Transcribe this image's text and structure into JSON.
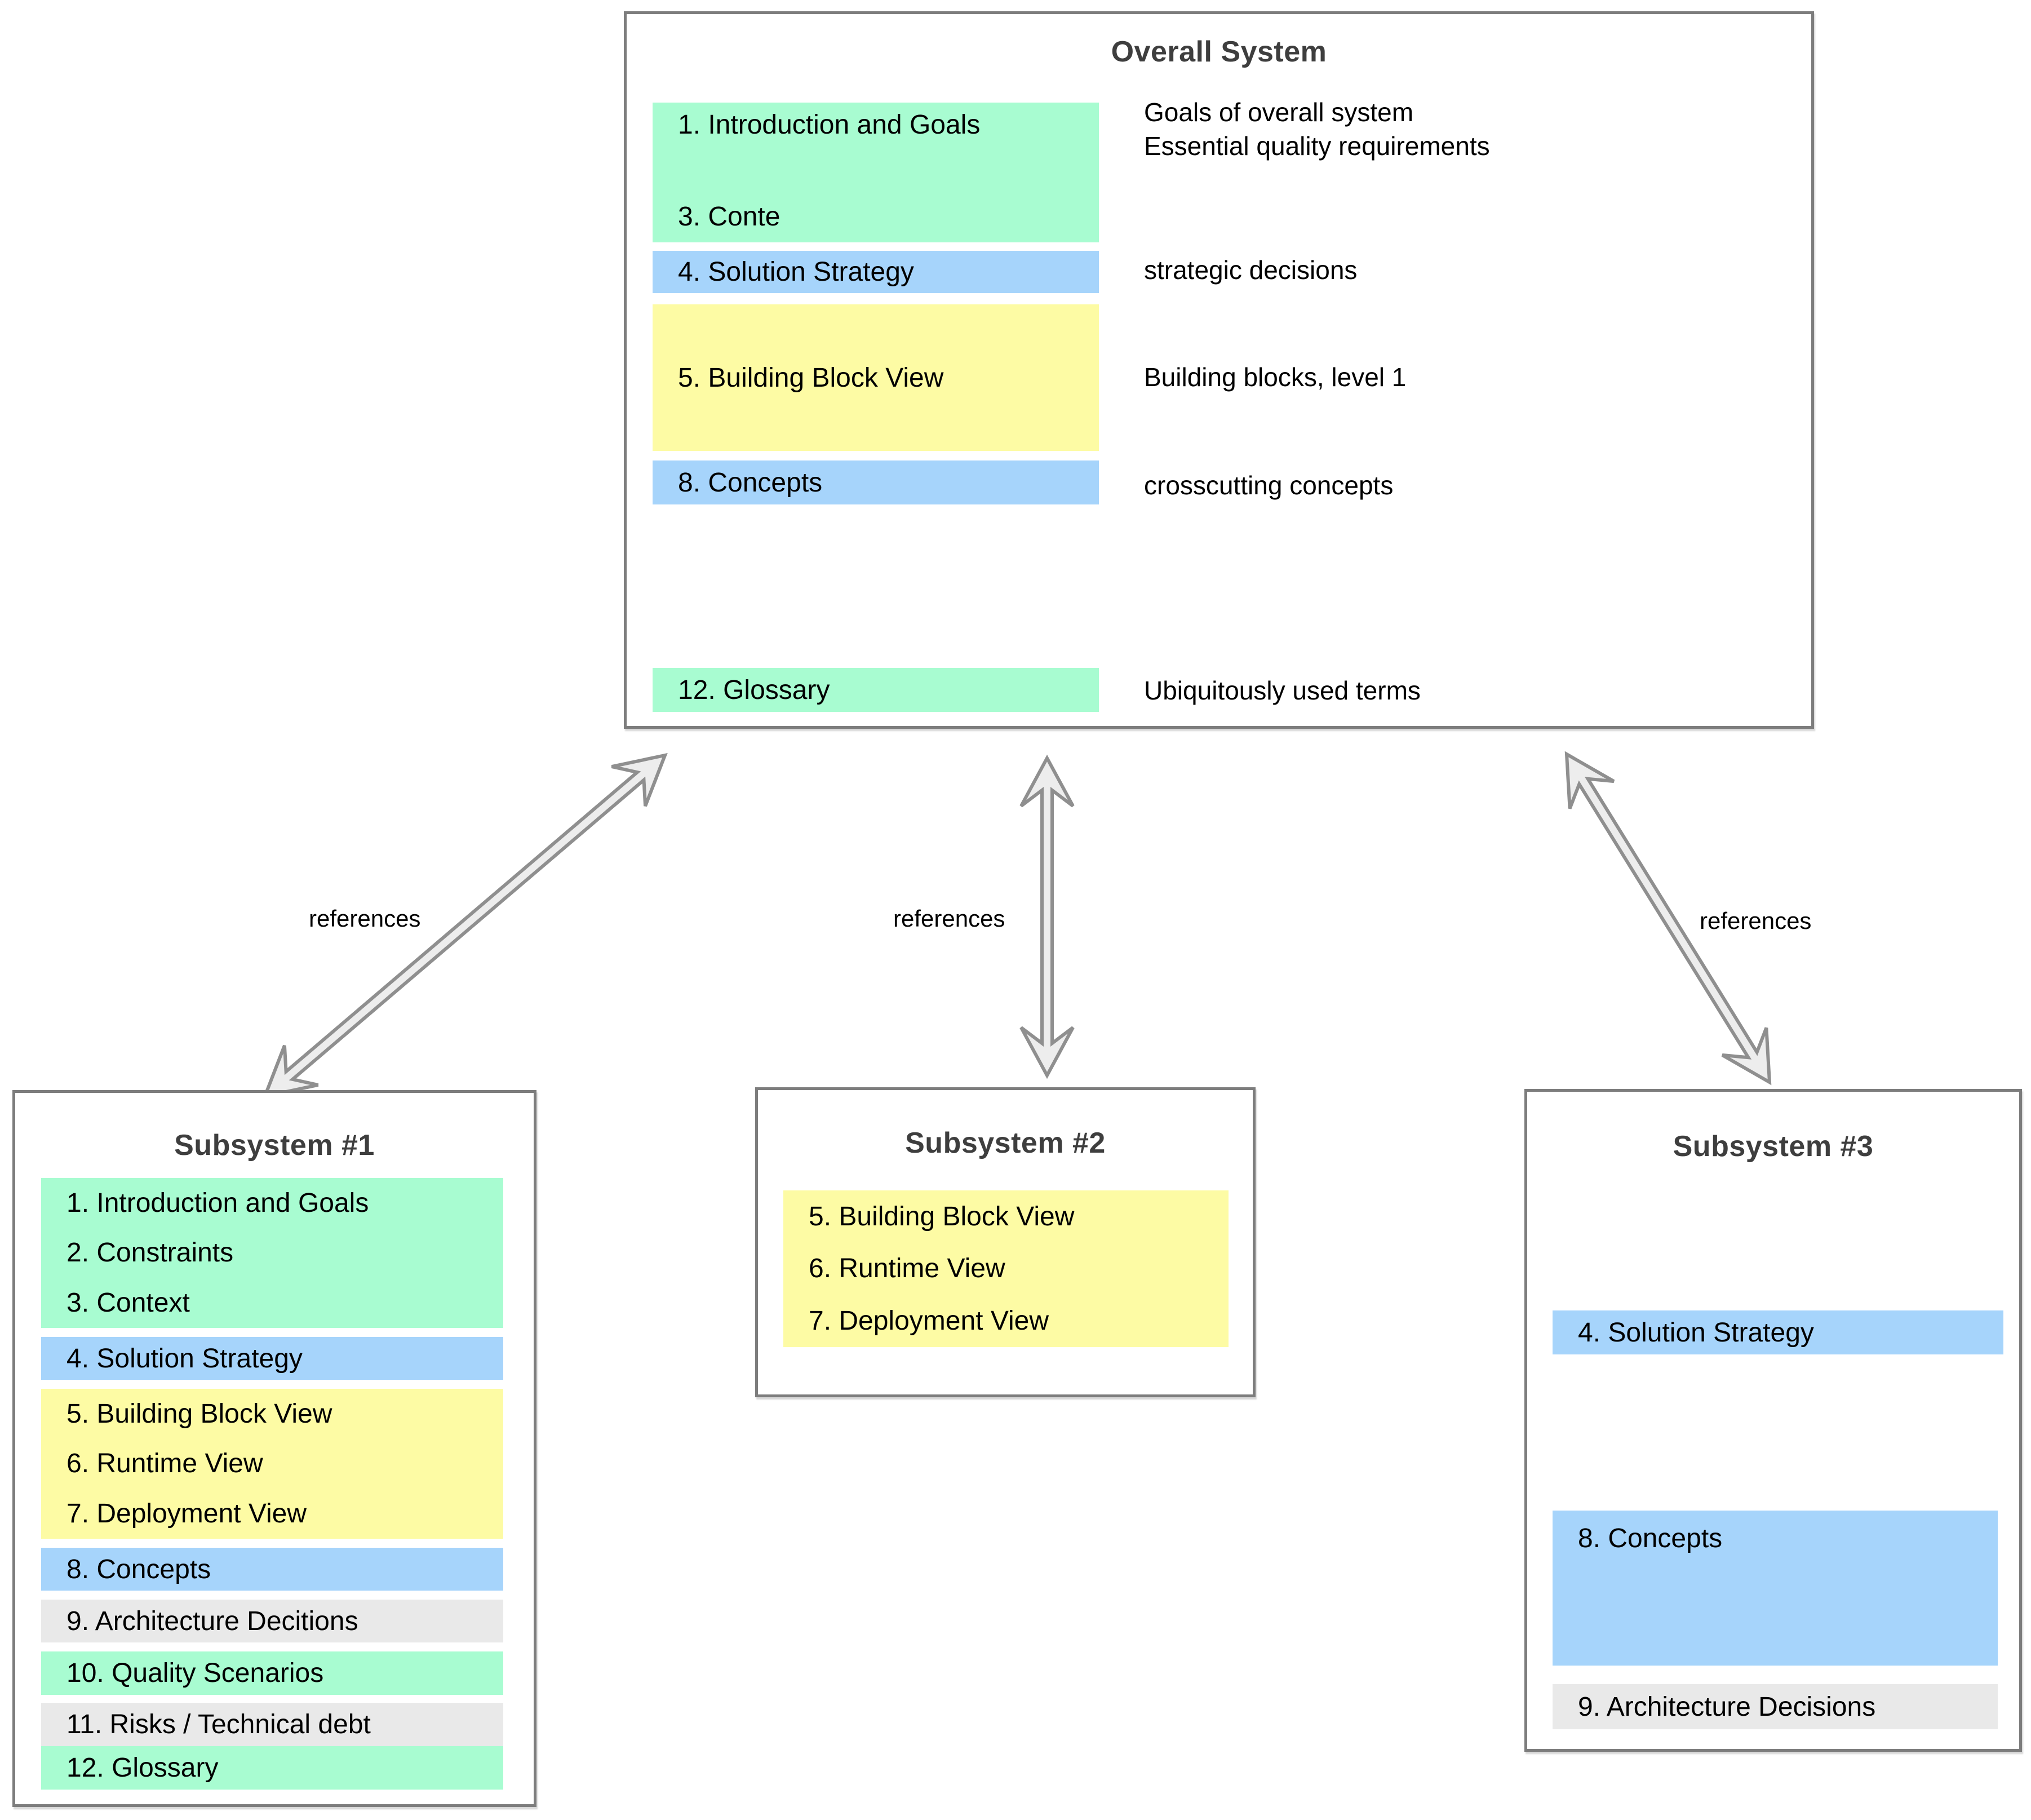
{
  "colors": {
    "green": "#a8fcd1",
    "blue": "#a6d4fb",
    "yellow": "#fdfba4",
    "gray": "#e9e9e9",
    "border": "#7d7d7d",
    "title_text": "#3e3e3e",
    "arrow_fill": "#ededed",
    "arrow_stroke": "#8f8f8f"
  },
  "overall": {
    "title": "Overall System",
    "sections": [
      {
        "name": "introduction-context",
        "lines": [
          "1. Introduction and Goals",
          "3. Conte"
        ]
      },
      {
        "name": "solution-strategy",
        "lines": [
          "4. Solution Strategy"
        ]
      },
      {
        "name": "building-block-view",
        "lines": [
          "5. Building Block View"
        ]
      },
      {
        "name": "concepts",
        "lines": [
          "8. Concepts"
        ]
      },
      {
        "name": "glossary",
        "lines": [
          "12. Glossary"
        ]
      }
    ],
    "annotations": [
      "Goals of overall system",
      "Essential quality requirements",
      "strategic decisions",
      "Building blocks, level 1",
      "crosscutting concepts",
      "Ubiquitously used terms"
    ]
  },
  "subsystem1": {
    "title": "Subsystem #1",
    "sections": [
      {
        "name": "intro-constraints-context",
        "lines": [
          "1. Introduction and Goals",
          "2. Constraints",
          "3. Context"
        ]
      },
      {
        "name": "solution-strategy",
        "lines": [
          "4. Solution Strategy"
        ]
      },
      {
        "name": "views",
        "lines": [
          "5. Building Block View",
          "6. Runtime View",
          "7. Deployment View"
        ]
      },
      {
        "name": "concepts",
        "lines": [
          "8. Concepts"
        ]
      },
      {
        "name": "architecture-decisions",
        "lines": [
          "9. Architecture Decitions"
        ]
      },
      {
        "name": "quality-scenarios",
        "lines": [
          "10. Quality Scenarios"
        ]
      },
      {
        "name": "risks",
        "lines": [
          "11. Risks / Technical debt"
        ]
      },
      {
        "name": "glossary",
        "lines": [
          "12. Glossary"
        ]
      }
    ]
  },
  "subsystem2": {
    "title": "Subsystem #2",
    "sections": [
      {
        "name": "views",
        "lines": [
          "5. Building Block View",
          "6. Runtime View",
          "7. Deployment View"
        ]
      }
    ]
  },
  "subsystem3": {
    "title": "Subsystem #3",
    "sections": [
      {
        "name": "solution-strategy",
        "lines": [
          "4. Solution Strategy"
        ]
      },
      {
        "name": "concepts",
        "lines": [
          "8. Concepts"
        ]
      },
      {
        "name": "architecture-decisions",
        "lines": [
          "9. Architecture Decisions"
        ]
      }
    ]
  },
  "arrows": [
    {
      "label": "references"
    },
    {
      "label": "references"
    },
    {
      "label": "references"
    }
  ]
}
